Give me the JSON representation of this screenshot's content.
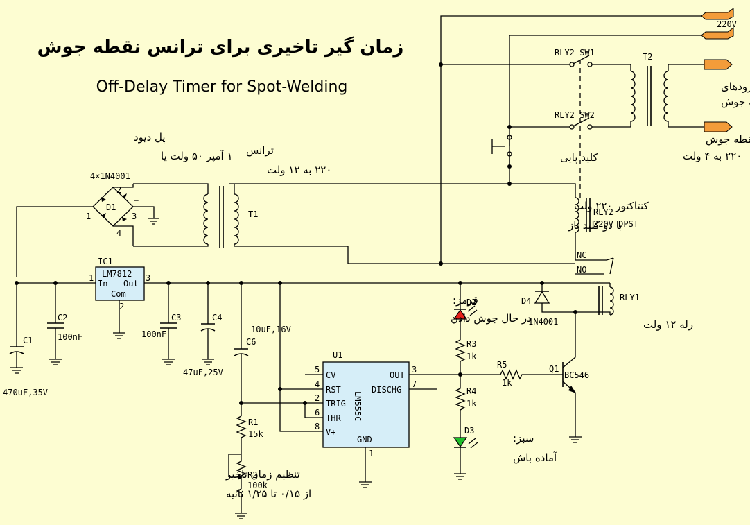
{
  "title_fa": "زمان گیر تاخیری برای ترانس نقطه جوش",
  "title_en": "Off-Delay Timer for Spot-Welding",
  "colors": {
    "background": "#FDFDD2",
    "terminal": "#F39C3A",
    "chip": "#D6EEF8",
    "led_red": "#E8201A",
    "led_green": "#1FBF2A"
  },
  "mains": {
    "label": "220V"
  },
  "bridge": {
    "title_fa": "پل دیود",
    "rating_fa": "۱ آمپر ۵۰ ولت یا",
    "part": "4×1N4001",
    "ref": "D1",
    "pins": [
      "1",
      "2",
      "3",
      "4"
    ],
    "minus": "−"
  },
  "t1": {
    "title_fa": "ترانس",
    "rating_fa": "۲۲۰ به ۱۲ ولت",
    "ref": "T1"
  },
  "t2": {
    "ref": "T2",
    "title_fa": "ترانس نقطه جوش",
    "rating_fa": "۲۲۰ به ۴ ولت"
  },
  "electrodes": {
    "line1": "الکترودهای",
    "line2": "نقطه جوش"
  },
  "rly2": {
    "sw1": "RLY2 SW1",
    "sw2": "RLY2 SW2",
    "ref": "RLY2",
    "spec": "220V DPST",
    "desc1": "کنتاکتور ۲۲۰ ولت",
    "desc2": "با دو کلید باز"
  },
  "foot_switch": {
    "label_fa": "کلید پایی"
  },
  "rly1": {
    "ref": "RLY1",
    "desc_fa": "رله ۱۲ ولت",
    "nc": "NC",
    "no": "NO"
  },
  "d4": {
    "ref": "D4",
    "part": "1N4001"
  },
  "ic1": {
    "ref": "IC1",
    "part": "LM7812",
    "pin_in": "In",
    "pin_out": "Out",
    "pin_com": "Com",
    "pin1": "1",
    "pin2": "2",
    "pin3": "3"
  },
  "c1": {
    "ref": "C1",
    "value": "470uF,35V"
  },
  "c2": {
    "ref": "C2",
    "value": "100nF"
  },
  "c3": {
    "ref": "C3",
    "value": "100nF"
  },
  "c4": {
    "ref": "C4",
    "value": "47uF,25V"
  },
  "c6": {
    "ref": "C6",
    "value": "10uF,16V"
  },
  "r1": {
    "ref": "R1",
    "value": "15k"
  },
  "r2": {
    "ref": "R2",
    "value": "100k",
    "desc1": "تنظیم زمان تاخیر",
    "desc2": "از ۰/۱۵ تا ۱/۲۵ ثانیه"
  },
  "u1": {
    "ref": "U1",
    "part": "LM555C",
    "pins_left": [
      {
        "num": "5",
        "name": "CV"
      },
      {
        "num": "4",
        "name": "RST"
      },
      {
        "num": "2",
        "name": "TRIG"
      },
      {
        "num": "6",
        "name": "THR"
      },
      {
        "num": "8",
        "name": "V+"
      }
    ],
    "out": {
      "num": "3",
      "name": "OUT"
    },
    "disch": {
      "num": "7",
      "name": "DISCHG"
    },
    "gnd": {
      "num": "1",
      "name": "GND"
    }
  },
  "d2": {
    "ref": "D2",
    "desc1": "قرمز:",
    "desc2": "در حال جوش دادن"
  },
  "d3": {
    "ref": "D3",
    "desc1": "سبز:",
    "desc2": "آماده باش"
  },
  "r3": {
    "ref": "R3",
    "value": "1k"
  },
  "r4": {
    "ref": "R4",
    "value": "1k"
  },
  "r5": {
    "ref": "R5",
    "value": "1k"
  },
  "q1": {
    "ref": "Q1",
    "part": "BC546"
  }
}
